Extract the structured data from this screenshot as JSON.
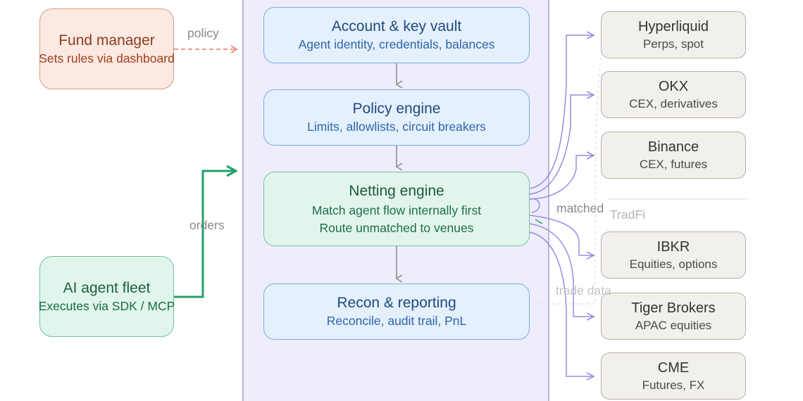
{
  "actors": {
    "fund_manager": {
      "title": "Fund manager",
      "subtitle": "Sets rules via dashboard"
    },
    "agent_fleet": {
      "title": "AI agent fleet",
      "subtitle": "Executes via SDK / MCP"
    }
  },
  "core": {
    "account_vault": {
      "title": "Account & key vault",
      "subtitle": "Agent identity, credentials, balances"
    },
    "policy_engine": {
      "title": "Policy engine",
      "subtitle": "Limits, allowlists, circuit breakers"
    },
    "netting_engine": {
      "title": "Netting engine",
      "line1": "Match agent flow internally first",
      "line2": "Route unmatched to venues"
    },
    "recon": {
      "title": "Recon & reporting",
      "subtitle": "Reconcile, audit trail, PnL"
    }
  },
  "venues": [
    {
      "title": "Hyperliquid",
      "subtitle": "Perps, spot"
    },
    {
      "title": "OKX",
      "subtitle": "CEX, derivatives"
    },
    {
      "title": "Binance",
      "subtitle": "CEX, futures"
    },
    {
      "title": "IBKR",
      "subtitle": "Equities, options"
    },
    {
      "title": "Tiger Brokers",
      "subtitle": "APAC equities"
    },
    {
      "title": "CME",
      "subtitle": "Futures, FX"
    }
  ],
  "labels": {
    "policy": "policy",
    "orders": "orders",
    "matched": "matched",
    "tradfi": "TradFi",
    "trade_data": "trade data"
  },
  "colors": {
    "policy_arrow": "#e07a5f",
    "orders_arrow": "#22a06b",
    "venue_route": "#9a8ce0",
    "core_panel_fill": "#efedfb",
    "core_panel_border": "#a59fd8"
  }
}
